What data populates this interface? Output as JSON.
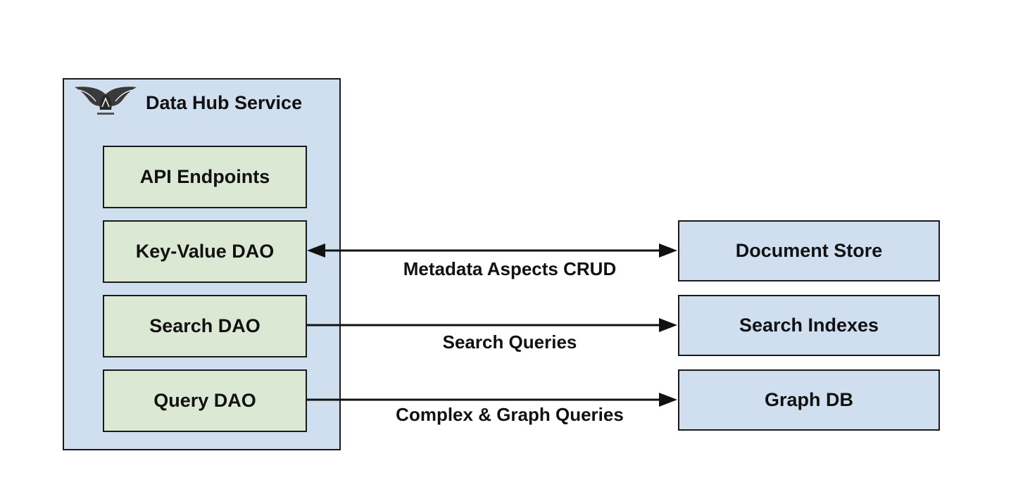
{
  "service": {
    "title": "Data Hub Service",
    "logo_icon": "winged-helmet-logo-icon"
  },
  "components": [
    {
      "label": "API Endpoints"
    },
    {
      "label": "Key-Value DAO"
    },
    {
      "label": "Search DAO"
    },
    {
      "label": "Query DAO"
    }
  ],
  "stores": [
    {
      "label": "Document Store"
    },
    {
      "label": "Search Indexes"
    },
    {
      "label": "Graph DB"
    }
  ],
  "edges": [
    {
      "from": "Key-Value DAO",
      "to": "Document Store",
      "label": "Metadata Aspects CRUD",
      "direction": "both"
    },
    {
      "from": "Search DAO",
      "to": "Search Indexes",
      "label": "Search Queries",
      "direction": "forward"
    },
    {
      "from": "Query DAO",
      "to": "Graph DB",
      "label": "Complex & Graph Queries",
      "direction": "forward"
    }
  ],
  "colors": {
    "container_fill": "#d0dff0",
    "component_fill": "#dae8d4",
    "store_fill": "#d0dff0",
    "stroke": "#1a1a1a"
  }
}
